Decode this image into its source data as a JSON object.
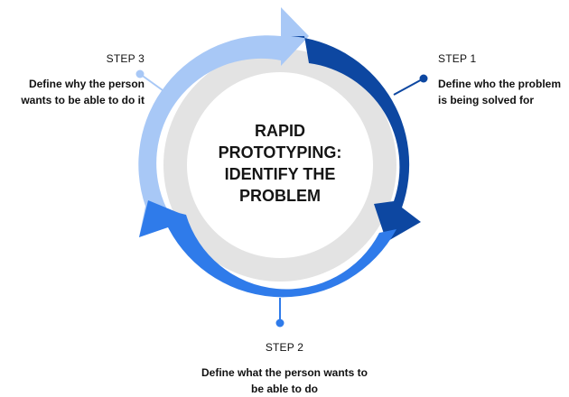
{
  "title": {
    "lines": [
      "RAPID",
      "PROTOTYPING:",
      "IDENTIFY THE",
      "PROBLEM"
    ]
  },
  "steps": [
    {
      "label": "STEP 1",
      "description": "Define who the problem is being solved for",
      "color": "#0D47A1"
    },
    {
      "label": "STEP 2",
      "description": "Define what the person wants to be able to do",
      "color": "#2F7BEA"
    },
    {
      "label": "STEP 3",
      "description": "Define why the person wants to be able to do it",
      "color": "#A8C8F6"
    }
  ],
  "colors": {
    "ring_background": "#E3E3E3",
    "connector_step1": "#0D47A1",
    "connector_step2": "#2F7BEA",
    "connector_step3": "#A8C8F6"
  }
}
